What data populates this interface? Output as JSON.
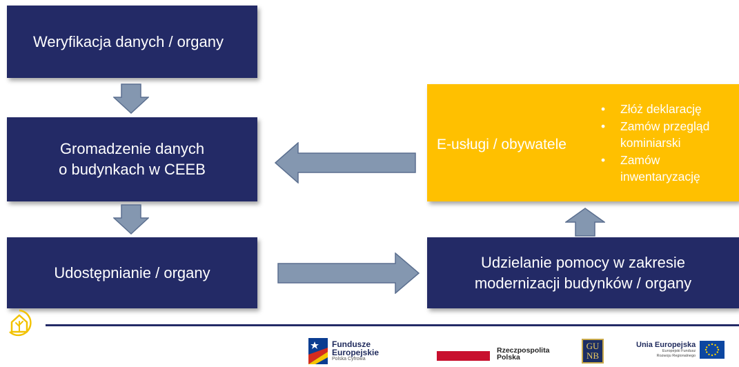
{
  "nodes": {
    "weryfikacja": "Weryfikacja danych / organy",
    "gromadzenie_line1": "Gromadzenie danych",
    "gromadzenie_line2": "o budynkach w CEEB",
    "udostepnianie": "Udostępnianie / organy",
    "pomoc_line1": "Udzielanie pomocy w zakresie",
    "pomoc_line2": "modernizacji budynków / organy",
    "euslugi": "E-usługi / obywatele",
    "euslugi_items": [
      "Złóż deklarację",
      "Zamów przegląd kominiarski",
      "Zamów inwentaryzację"
    ]
  },
  "colors": {
    "navy": "#232a66",
    "yellow": "#ffc000",
    "arrow_fill": "#8497b0",
    "arrow_stroke": "#5b6f8f",
    "rule": "#232a66"
  },
  "footer": {
    "fe_line1": "Fundusze",
    "fe_line2": "Europejskie",
    "fe_line3": "Polska Cyfrowa",
    "rp_line1": "Rzeczpospolita",
    "rp_line2": "Polska",
    "gunb_line1": "GU",
    "gunb_line2": "NB",
    "ue_line1": "Unia Europejska",
    "ue_line2": "Europejski Fundusz",
    "ue_line3": "Rozwoju Regionalnego"
  },
  "icons": [
    "house-circle-logo-icon",
    "fundusze-europejskie-logo-icon",
    "polish-flag-icon",
    "gunb-logo-icon",
    "eu-flag-icon"
  ]
}
